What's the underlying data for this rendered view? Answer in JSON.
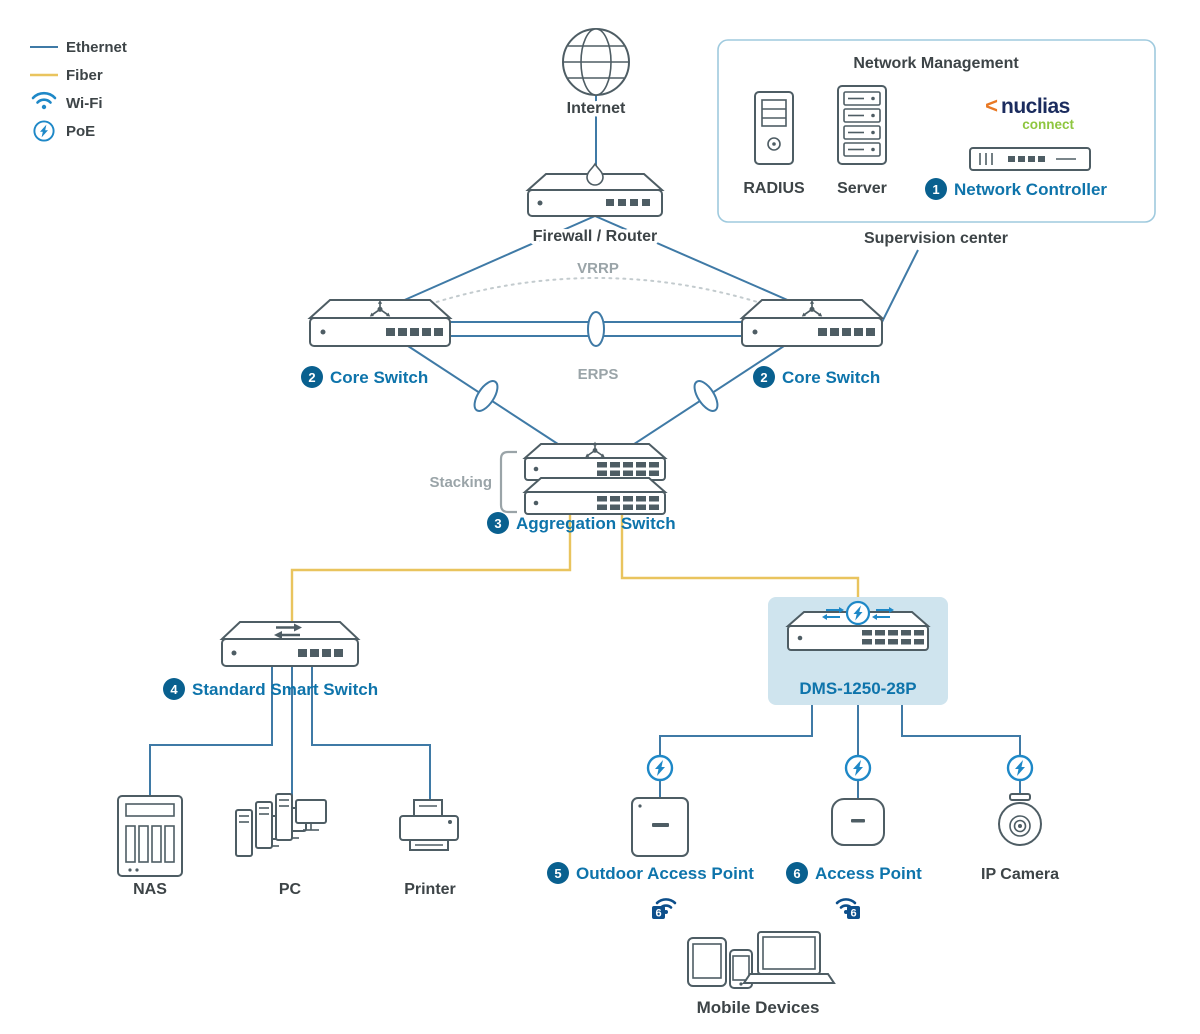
{
  "legend": {
    "ethernet": "Ethernet",
    "fiber": "Fiber",
    "wifi": "Wi-Fi",
    "poe": "PoE"
  },
  "labels": {
    "internet": "Internet",
    "firewall": "Firewall / Router",
    "vrrp": "VRRP",
    "erps": "ERPS",
    "stacking": "Stacking",
    "supervision": "Supervision center"
  },
  "management": {
    "title": "Network Management",
    "radius": "RADIUS",
    "server": "Server",
    "controller_badge": "1",
    "controller": "Network Controller",
    "logo_mark": "<",
    "logo_name": "nuclias",
    "logo_sub": "connect"
  },
  "nodes": {
    "core_left": {
      "badge": "2",
      "label": "Core Switch"
    },
    "core_right": {
      "badge": "2",
      "label": "Core Switch"
    },
    "aggregation": {
      "badge": "3",
      "label": "Aggregation Switch"
    },
    "smart_switch": {
      "badge": "4",
      "label": "Standard Smart Switch"
    },
    "dms": {
      "label": "DMS-1250-28P"
    },
    "outdoor_ap": {
      "badge": "5",
      "label": "Outdoor Access Point"
    },
    "access_point": {
      "badge": "6",
      "label": "Access Point"
    },
    "ip_camera": {
      "label": "IP Camera"
    },
    "nas": {
      "label": "NAS"
    },
    "pc": {
      "label": "PC"
    },
    "printer": {
      "label": "Printer"
    },
    "mobile": {
      "label": "Mobile Devices"
    }
  },
  "wifi6": {
    "badge": "6"
  },
  "colors": {
    "ethernet_line": "#3f7aa6",
    "fiber_line": "#e9c45e",
    "label_accent": "#0e74ab",
    "badge": "#09608f",
    "muted_gray": "#9aa4a8",
    "device_stroke": "#4e5d64",
    "highlight_box": "#cfe4ee",
    "wifi_poe_blue": "#1e88c7",
    "wifi6_navy": "#0d4f8b",
    "nuclias_navy": "#1b2c5e",
    "nuclias_orange": "#e87824",
    "nuclias_green": "#8ec63f"
  }
}
